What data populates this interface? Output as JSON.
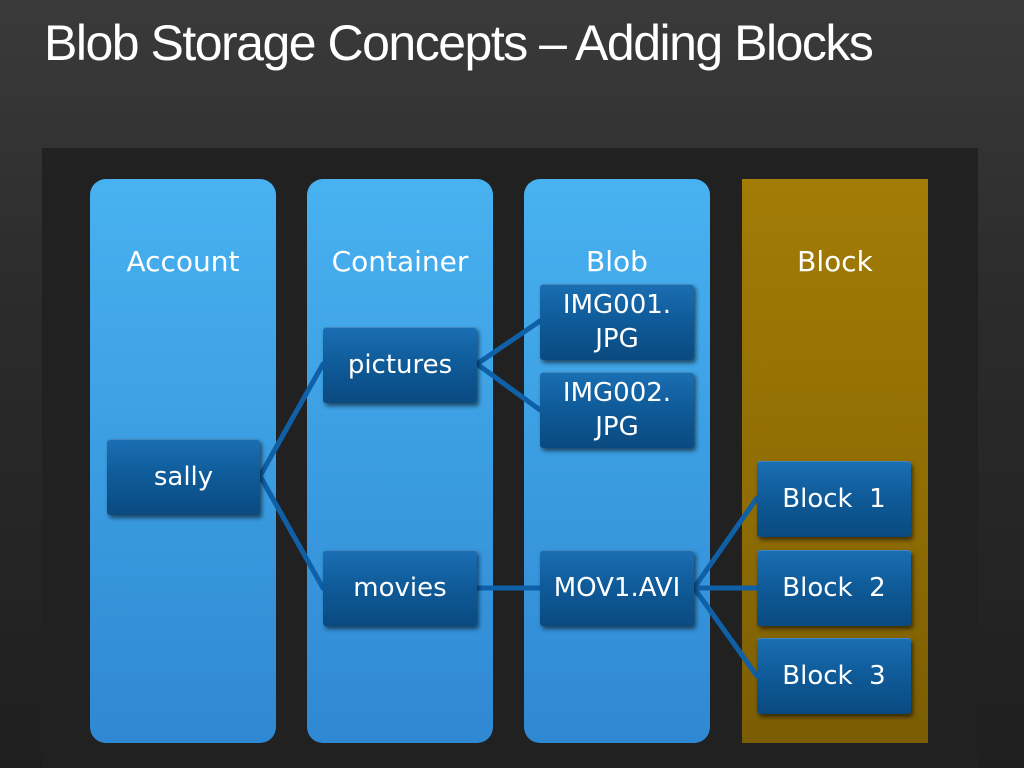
{
  "slide": {
    "title": "Blob Storage Concepts – Adding Blocks"
  },
  "columns": {
    "account": "Account",
    "container": "Container",
    "blob": "Blob",
    "block": "Block"
  },
  "nodes": {
    "account": "sally",
    "container_pictures": "pictures",
    "container_movies": "movies",
    "blob_img001": "IMG001.\nJPG",
    "blob_img002": "IMG002.\nJPG",
    "blob_mov1": "MOV1.AVI",
    "block_1": "Block  1",
    "block_2": "Block  2",
    "block_3": "Block  3"
  },
  "colors": {
    "column_blue": "#3a9be0",
    "column_block_gold": "#8e6c04",
    "node_blue": "#0f5a98",
    "connector": "#1060a8"
  }
}
